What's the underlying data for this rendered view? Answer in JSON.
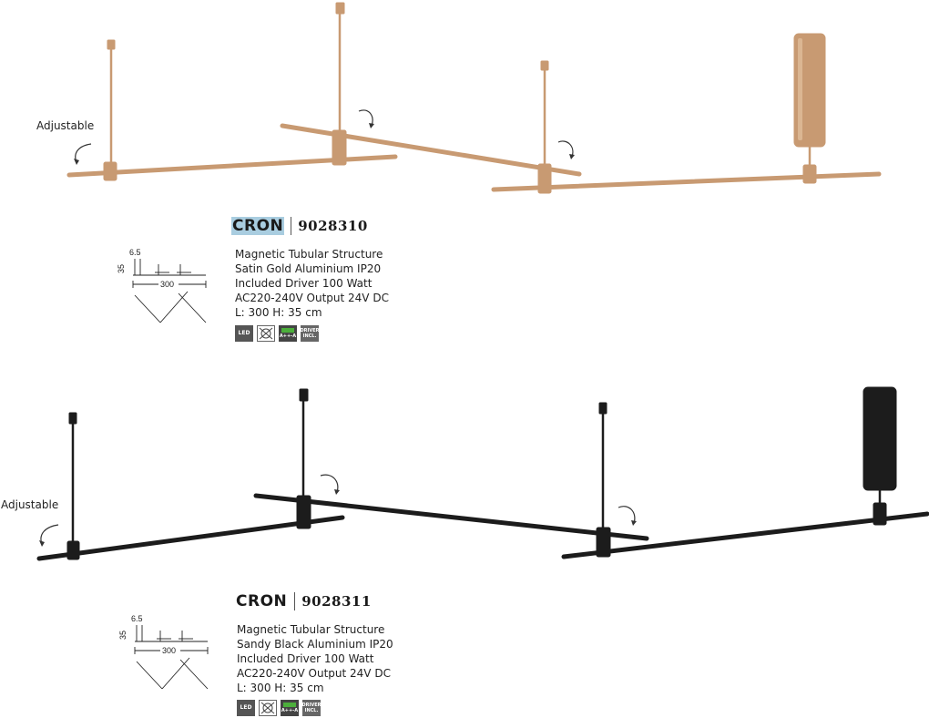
{
  "products": [
    {
      "name": "CRON",
      "code": "9028310",
      "finish_color": "#c89a72",
      "adjustable_label": "Adjustable",
      "specs": [
        "Magnetic Tubular Structure",
        "Satin Gold Aluminium IP20",
        "Included Driver 100 Watt",
        "AC220-240V Output 24V DC",
        "L: 300 H: 35 cm"
      ],
      "dimensions": {
        "depth": "6.5",
        "height": "35",
        "length": "300"
      },
      "badges": [
        "LED",
        "no-irradiation-icon",
        "A++-A",
        "DRIVER INCL."
      ]
    },
    {
      "name": "CRON",
      "code": "9028311",
      "finish_color": "#1c1c1c",
      "adjustable_label": "Adjustable",
      "specs": [
        "Magnetic Tubular Structure",
        "Sandy Black Aluminium IP20",
        "Included Driver 100 Watt",
        "AC220-240V Output 24V DC",
        "L: 300 H: 35 cm"
      ],
      "dimensions": {
        "depth": "6.5",
        "height": "35",
        "length": "300"
      },
      "badges": [
        "LED",
        "no-irradiation-icon",
        "A++-A",
        "DRIVER INCL."
      ]
    }
  ],
  "badge_text": {
    "led": "LED",
    "energy": "A++-A",
    "driver_1": "DRIVER",
    "driver_2": "INCL."
  }
}
